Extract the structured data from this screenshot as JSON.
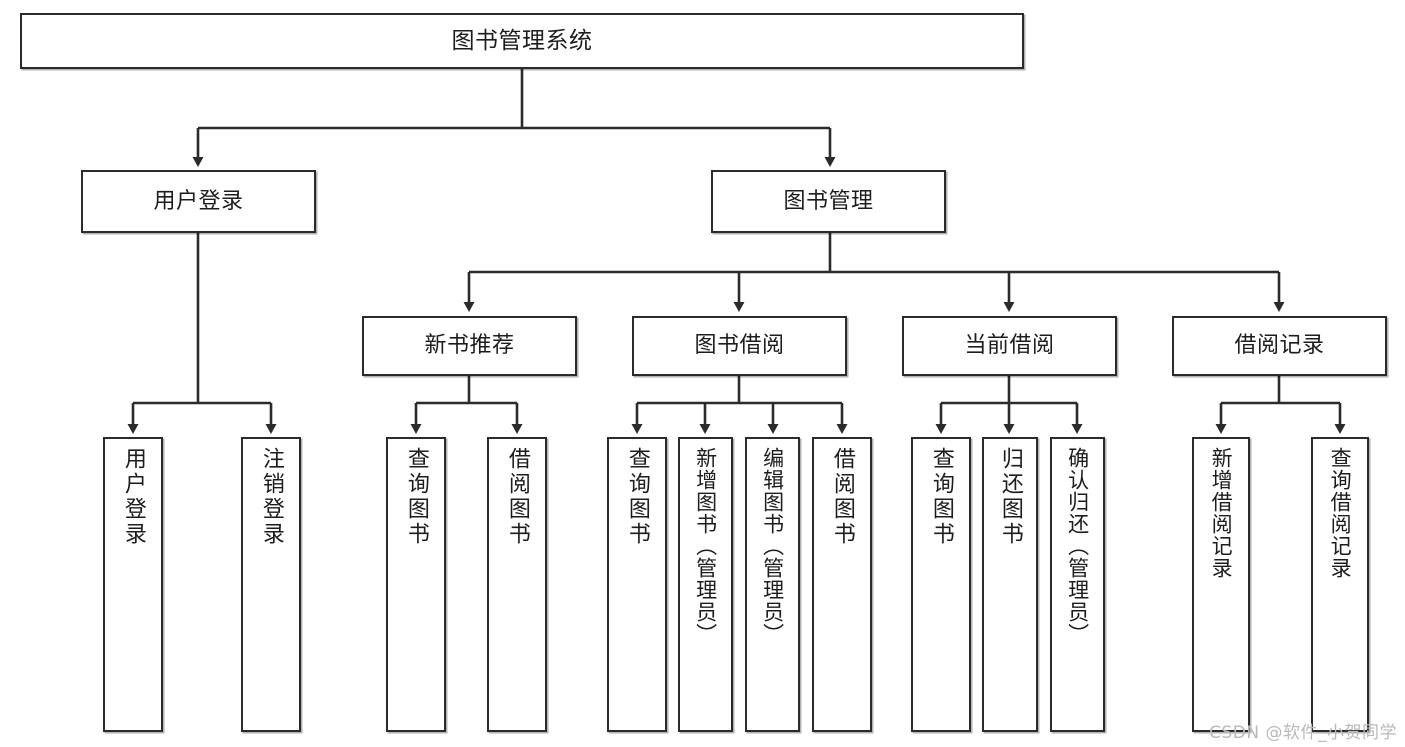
{
  "diagram": {
    "title": "图书管理系统",
    "watermark": "CSDN @软件_小贺同学",
    "root": {
      "label": "图书管理系统"
    },
    "level2": [
      {
        "label": "用户登录"
      },
      {
        "label": "图书管理"
      }
    ],
    "level3": [
      {
        "label": "新书推荐"
      },
      {
        "label": "图书借阅"
      },
      {
        "label": "当前借阅"
      },
      {
        "label": "借阅记录"
      }
    ],
    "leaves": [
      {
        "label": "用户登录"
      },
      {
        "label": "注销登录"
      },
      {
        "label": "查询图书"
      },
      {
        "label": "借阅图书"
      },
      {
        "label": "查询图书"
      },
      {
        "label": "新增图书（管理员）"
      },
      {
        "label": "编辑图书（管理员）"
      },
      {
        "label": "借阅图书"
      },
      {
        "label": "查询图书"
      },
      {
        "label": "归还图书"
      },
      {
        "label": "确认归还（管理员）"
      },
      {
        "label": "新增借阅记录"
      },
      {
        "label": "查询借阅记录"
      }
    ],
    "colors": {
      "stroke": "#2b2b2b",
      "fill": "#ffffff",
      "text": "#1d1d1d",
      "watermark": "#b9b9b9"
    }
  }
}
